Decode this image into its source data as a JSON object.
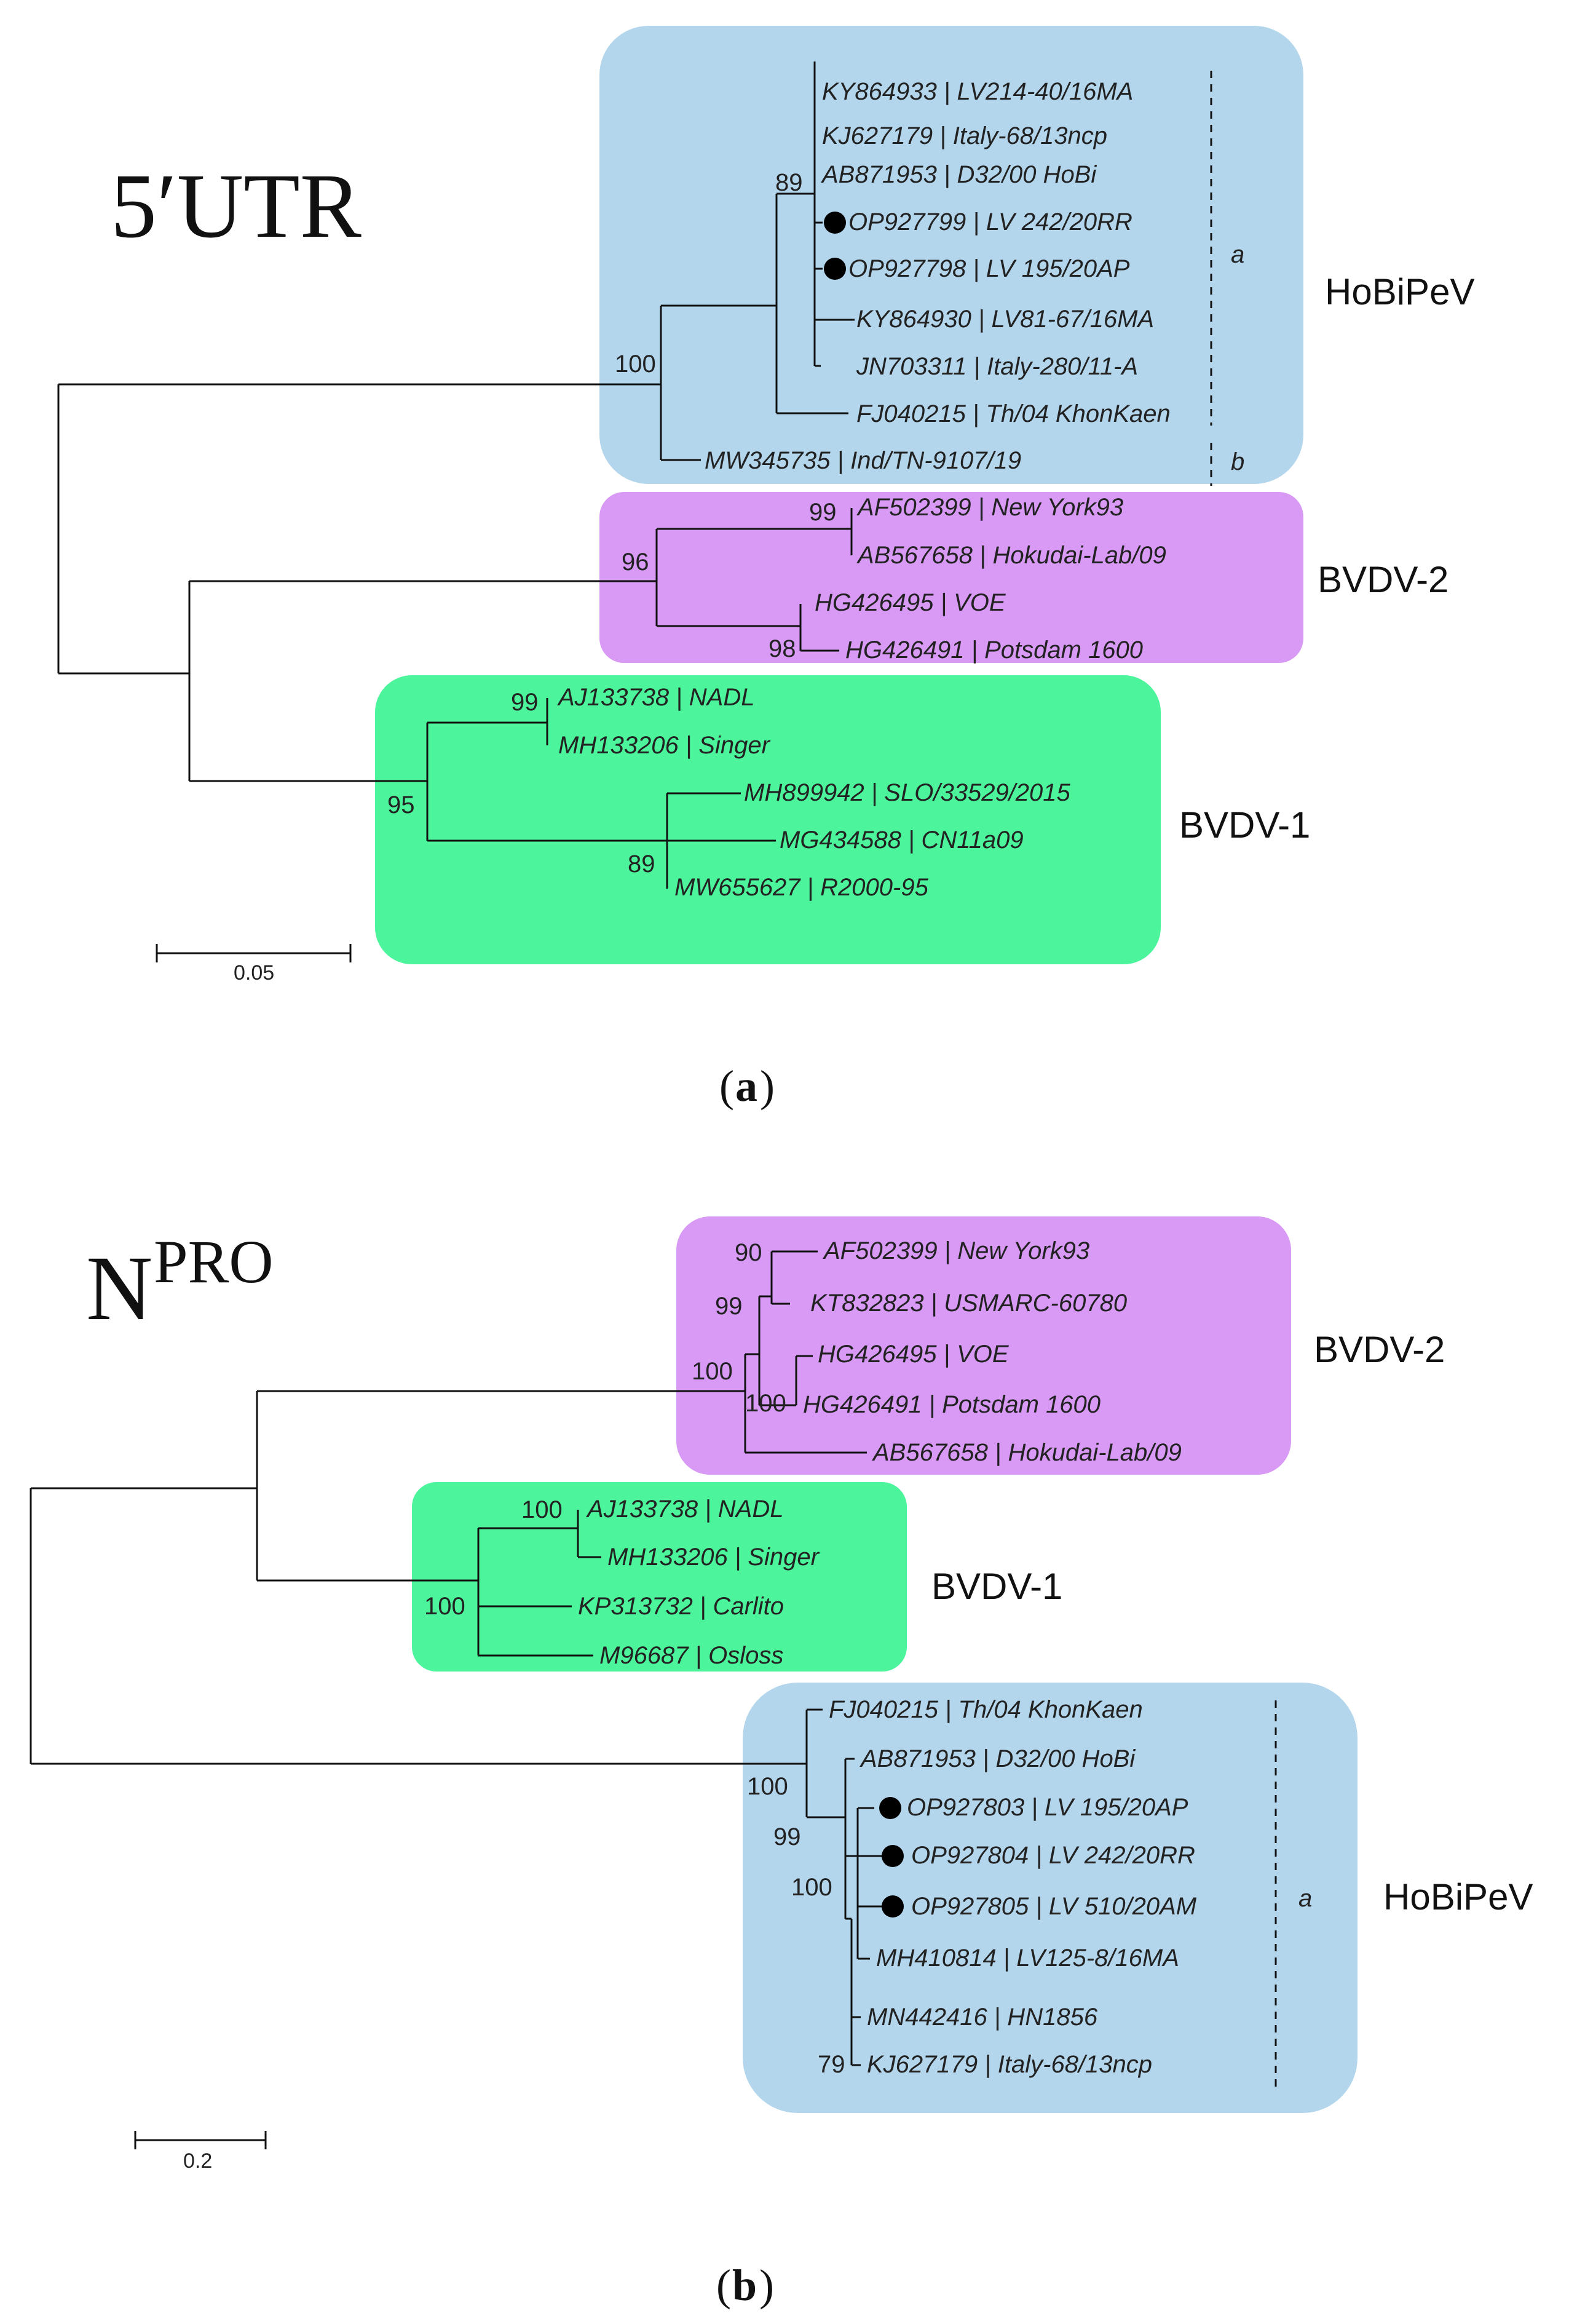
{
  "panel_a": {
    "title": "5′UTR",
    "caption_letter": "a",
    "colors": {
      "hobi": "#b3d6ec",
      "bvdv2": "#d89af5",
      "bvdv1": "#4cf59c"
    },
    "clades": {
      "hobi": "HoBiPeV",
      "bvdv2": "BVDV-2",
      "bvdv1": "BVDV-1"
    },
    "subclades": {
      "a": "a",
      "b": "b"
    },
    "tips": [
      "KY864933 | LV214-40/16MA",
      "KJ627179 | Italy-68/13ncp",
      "AB871953 | D32/00 HoBi",
      "OP927799 | LV 242/20RR",
      "OP927798 | LV 195/20AP",
      "KY864930 | LV81-67/16MA",
      "JN703311 | Italy-280/11-A",
      "FJ040215 | Th/04 KhonKaen",
      "MW345735 | Ind/TN-9107/19",
      "AF502399 | New York93",
      "AB567658 | Hokudai-Lab/09",
      "HG426495 | VOE",
      "HG426491 | Potsdam 1600",
      "AJ133738 | NADL",
      "MH133206 | Singer",
      "MH899942 | SLO/33529/2015",
      "MG434588 | CN11a09",
      "MW655627 | R2000-95"
    ],
    "bootstrap": {
      "hobi_inner": "89",
      "hobi_root": "100",
      "b2_top": "99",
      "b2_root": "96",
      "b2_bottom": "98",
      "b1_top": "99",
      "b1_root": "95",
      "b1_bottom": "89"
    },
    "scale_label": "0.05"
  },
  "panel_b": {
    "title_main": "N",
    "title_sup": "PRO",
    "caption_letter": "b",
    "clades": {
      "bvdv2": "BVDV-2",
      "bvdv1": "BVDV-1",
      "hobi": "HoBiPeV"
    },
    "subclades": {
      "a": "a"
    },
    "tips": [
      "AF502399 | New  York93",
      "KT832823 | USMARC-60780",
      "HG426495 | VOE",
      "HG426491 | Potsdam 1600",
      "AB567658 | Hokudai-Lab/09",
      "AJ133738 | NADL",
      "MH133206  | Singer",
      "KP313732 | Carlito",
      "M96687  | Osloss",
      "FJ040215 | Th/04 KhonKaen",
      "AB871953 | D32/00 HoBi",
      "OP927803 | LV 195/20AP",
      "OP927804 | LV 242/20RR",
      "OP927805 | LV 510/20AM",
      "MH410814  | LV125-8/16MA",
      "MN442416  | HN1856",
      "KJ627179 | Italy-68/13ncp"
    ],
    "bootstrap": {
      "b2_a": "90",
      "b2_b": "99",
      "b2_c": "100",
      "b2_d": "100",
      "b1_a": "100",
      "b1_b": "100",
      "hobi_a": "100",
      "hobi_b": "99",
      "hobi_c": "100",
      "hobi_d": "79"
    },
    "scale_label": "0.2"
  }
}
